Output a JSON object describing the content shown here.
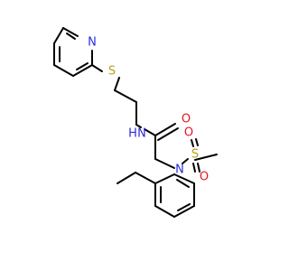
{
  "colors": {
    "carbon_bond": "#000000",
    "nitrogen": "#2d2bde",
    "oxygen": "#e8141c",
    "sulfur": "#b8a21a",
    "background": "#ffffff"
  },
  "labels": {
    "pyridine_n": "N",
    "thioether_s": "S",
    "amide_n": "N",
    "amide_h": "H",
    "carbonyl_o": "O",
    "sulfonyl_s": "S",
    "sulfonyl_o_upper": "O",
    "sulfonyl_o_lower": "O",
    "sulfonamide_n": "N"
  }
}
